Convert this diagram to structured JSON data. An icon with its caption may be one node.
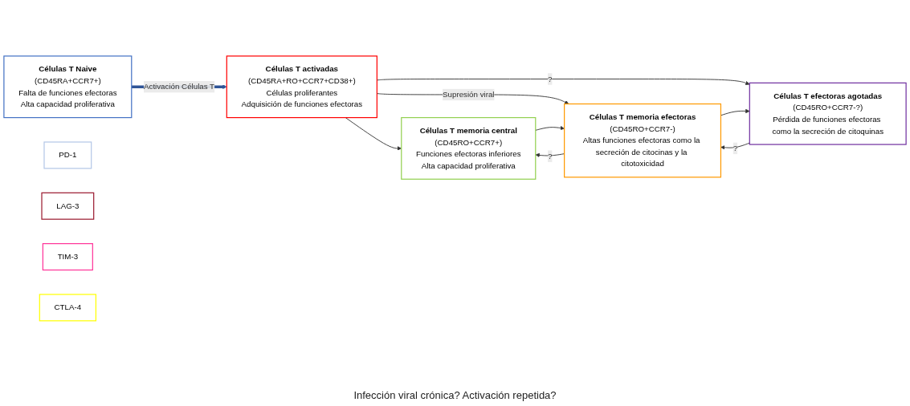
{
  "diagram": {
    "nodes": [
      {
        "text": [
          "Células T Naive",
          "(CD45RA+CCR7+)",
          "Falta de funciones efectoras",
          "Alta capacidad proliferativa"
        ]
      },
      {
        "text": [
          "Células T activadas",
          "(CD45RA+RO+CCR7+CD38+)",
          "Células proliferantes",
          "Adquisición de funciones efectoras"
        ]
      },
      {
        "text": [
          "Células T memoria central",
          "(CD45RO+CCR7+)",
          "Funciones efectoras inferiores",
          "Alta capacidad proliferativa"
        ]
      },
      {
        "text": [
          "Células T memoria efectoras",
          "(CD45RO+CCR7-)",
          "Altas funciones efectoras como la secreción de citocinas y la citotoxicidad"
        ]
      },
      {
        "text": [
          "Células T efectoras agotadas",
          "(CD45RO+CCR7-?)",
          "Pérdida de funciones efectoras como la secreción de citoquinas"
        ]
      },
      {
        "text": [
          "PD-1"
        ]
      },
      {
        "text": [
          "LAG-3"
        ]
      },
      {
        "text": [
          "TIM-3"
        ]
      },
      {
        "text": [
          "CTLA-4"
        ]
      }
    ],
    "edges": [
      {
        "from": 0,
        "to": 1,
        "arrow": "to",
        "label": "Activación Células T",
        "style": "thick",
        "color": "#2f5597"
      },
      {
        "from": 1,
        "to": 2,
        "arrow": "to"
      },
      {
        "from": 1,
        "to": 3,
        "arrow": "to",
        "label": "Supresión viral"
      },
      {
        "from": 1,
        "to": 4,
        "arrow": "to",
        "label": "?"
      },
      {
        "from": 2,
        "to": 3,
        "arrow": "to"
      },
      {
        "from": 3,
        "to": 2,
        "arrow": "to",
        "label": "?"
      },
      {
        "from": 3,
        "to": 4,
        "arrow": "to"
      },
      {
        "from": 4,
        "to": 3,
        "arrow": "to",
        "label": "?"
      }
    ],
    "labels": [
      "Infección viral crónica? Activación repetida?"
    ]
  }
}
